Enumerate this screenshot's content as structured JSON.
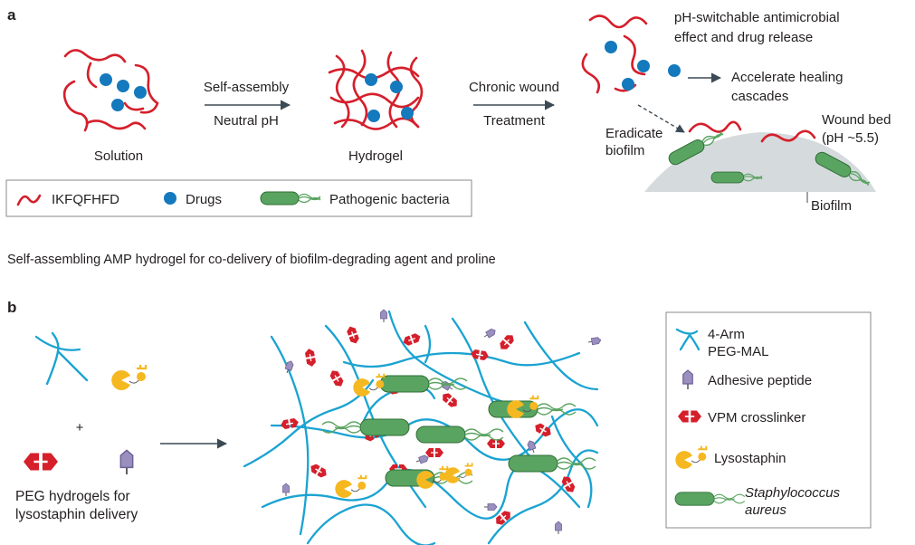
{
  "panel_a": {
    "label": "a",
    "solution_label": "Solution",
    "hydrogel_label": "Hydrogel",
    "arrow1_top": "Self-assembly",
    "arrow1_bottom": "Neutral pH",
    "arrow2_top": "Chronic wound",
    "arrow2_bottom": "Treatment",
    "effect_line1": "pH-switchable antimicrobial",
    "effect_line2": "effect and drug release",
    "healing_line1": "Accelerate healing",
    "healing_line2": "cascades",
    "eradicate_line1": "Eradicate",
    "eradicate_line2": "biofilm",
    "wound_line1": "Wound bed",
    "wound_line2": "(pH ~5.5)",
    "biofilm_label": "Biofilm",
    "legend": {
      "peptide": "IKFQFHFD",
      "drugs": "Drugs",
      "bacteria": "Pathogenic bacteria"
    },
    "caption": "Self-assembling AMP hydrogel for co-delivery of biofilm-degrading agent and proline"
  },
  "panel_b": {
    "label": "b",
    "plus": "+",
    "caption_line1": "PEG hydrogels for",
    "caption_line2": "lysostaphin delivery",
    "legend": {
      "peg_line1": "4-Arm",
      "peg_line2": "PEG-MAL",
      "adhesive": "Adhesive peptide",
      "vpm": "VPM crosslinker",
      "lysostaphin": "Lysostaphin",
      "staph_line1": "Staphylococcus",
      "staph_line2": "aureus"
    }
  },
  "colors": {
    "peptide_thread": "#d51f2b",
    "drug": "#1479bd",
    "bacteria": "#5aa461",
    "peg": "#1aa3d1",
    "lysostaphin": "#f5b820",
    "adhesive_peptide": "#9b8fbf",
    "wound_bed": "#d5dadd"
  }
}
